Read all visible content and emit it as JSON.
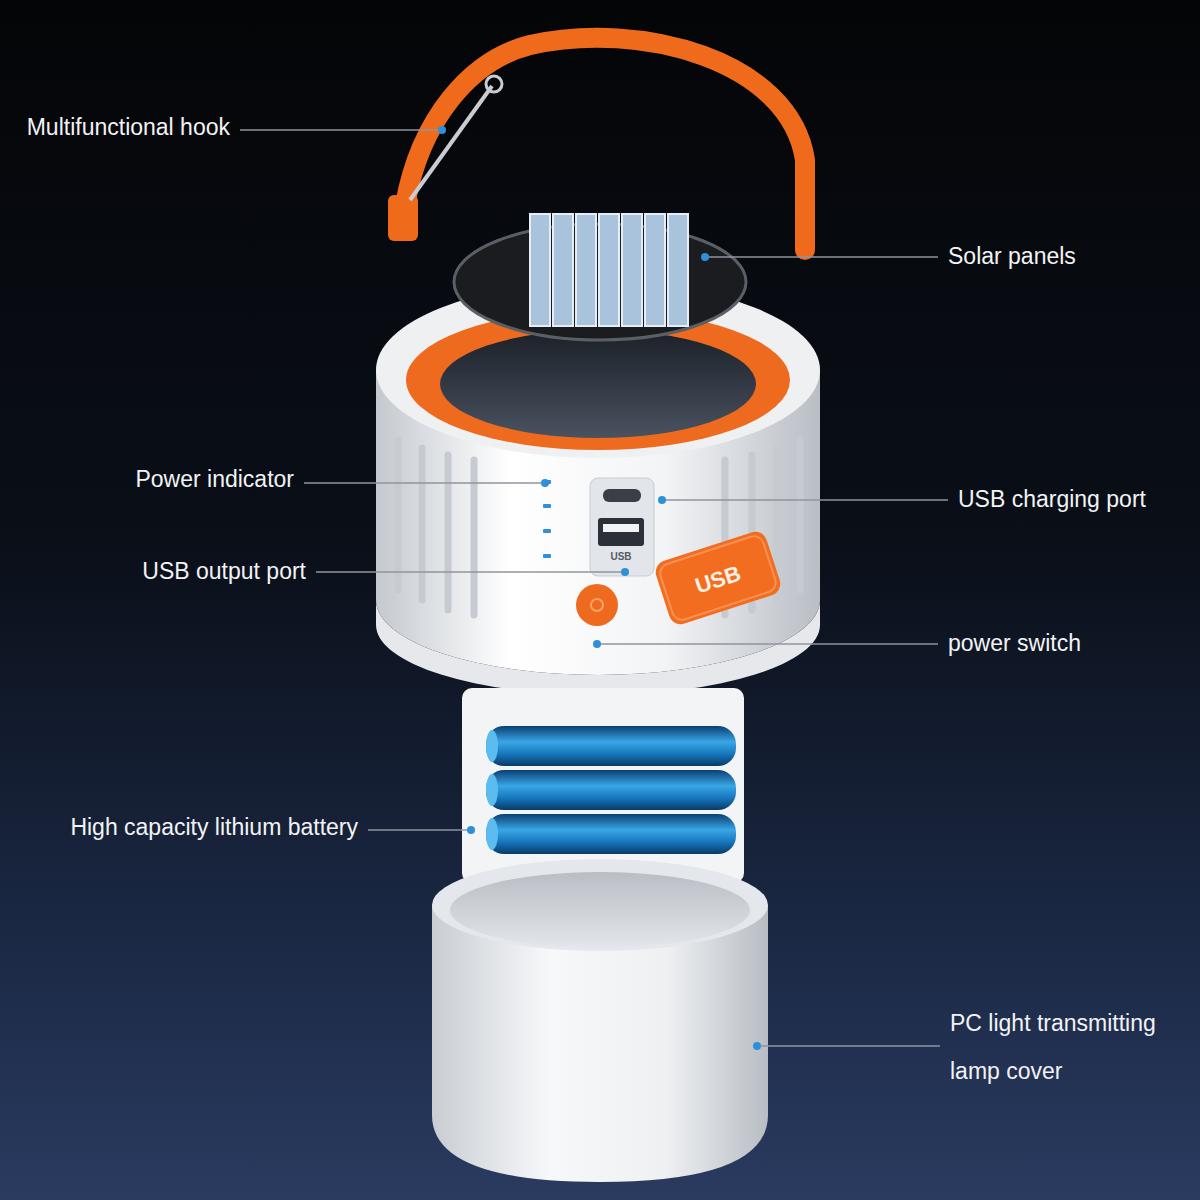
{
  "diagram": {
    "labels": [
      "Multifunctional hook",
      "Solar panels",
      "Power indicator",
      "USB charging port",
      "USB output port",
      "USB",
      "USB",
      "power switch",
      "High capacity lithium battery",
      "PC light transmitting lamp cover"
    ]
  }
}
